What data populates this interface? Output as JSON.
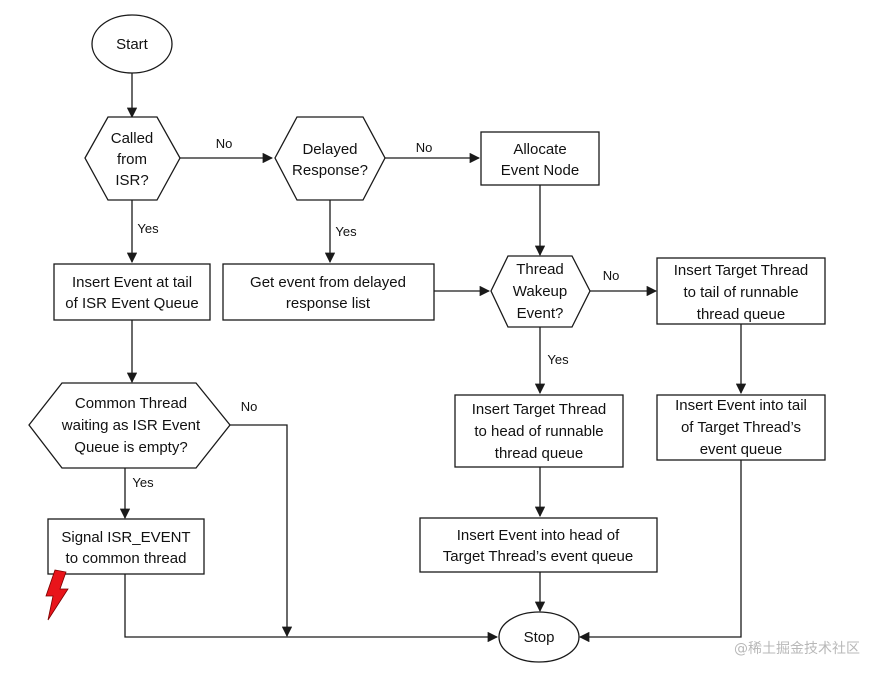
{
  "nodes": {
    "start": "Start",
    "called_from_isr": [
      "Called",
      "from",
      "ISR?"
    ],
    "delayed_response": [
      "Delayed",
      "Response?"
    ],
    "allocate_event_node": [
      "Allocate",
      "Event Node"
    ],
    "insert_isr_queue": [
      "Insert Event at tail",
      "of ISR Event Queue"
    ],
    "get_delayed_event": [
      "Get event from delayed",
      "response list"
    ],
    "thread_wakeup_event": [
      "Thread",
      "Wakeup",
      "Event?"
    ],
    "insert_target_tail_runnable": [
      "Insert Target Thread",
      "to tail of runnable",
      "thread queue"
    ],
    "common_thread_waiting": [
      "Common Thread",
      "waiting as ISR Event",
      "Queue is empty?"
    ],
    "insert_target_head_runnable": [
      "Insert Target Thread",
      "to head of runnable",
      "thread queue"
    ],
    "insert_event_tail_target": [
      "Insert Event into tail",
      "of Target Thread’s",
      "event queue"
    ],
    "signal_isr_event": [
      "Signal ISR_EVENT",
      "to common thread"
    ],
    "insert_event_head_target": [
      "Insert Event into head of",
      "Target Thread’s event queue"
    ],
    "stop": "Stop"
  },
  "edge_labels": {
    "yes": "Yes",
    "no": "No"
  },
  "watermark": "@稀土掘金技术社区",
  "colors": {
    "stroke": "#1a1a1a",
    "lightning": "#e8141a",
    "watermark": "#b8b8b8"
  }
}
